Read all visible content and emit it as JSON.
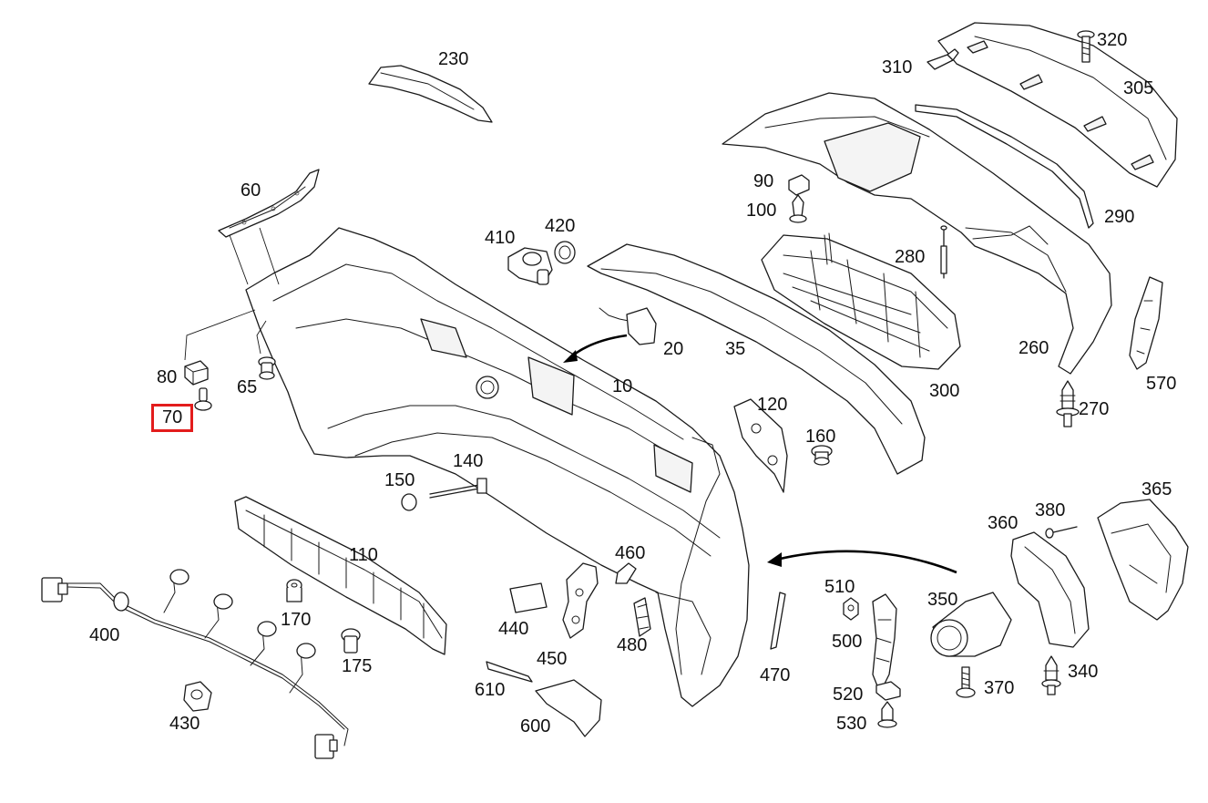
{
  "diagram": {
    "highlight_color": "#e31c1c",
    "highlighted_part": "70",
    "parts": {
      "p10": "10",
      "p20": "20",
      "p35": "35",
      "p60": "60",
      "p65": "65",
      "p70": "70",
      "p80": "80",
      "p90": "90",
      "p100": "100",
      "p110": "110",
      "p120": "120",
      "p140": "140",
      "p150": "150",
      "p160": "160",
      "p170": "170",
      "p175": "175",
      "p230": "230",
      "p260": "260",
      "p270": "270",
      "p280": "280",
      "p290": "290",
      "p300": "300",
      "p305": "305",
      "p310": "310",
      "p320": "320",
      "p340": "340",
      "p350": "350",
      "p360": "360",
      "p365": "365",
      "p370": "370",
      "p380": "380",
      "p400": "400",
      "p410": "410",
      "p420": "420",
      "p430": "430",
      "p440": "440",
      "p450": "450",
      "p460": "460",
      "p470": "470",
      "p480": "480",
      "p500": "500",
      "p510": "510",
      "p520": "520",
      "p530": "530",
      "p570": "570",
      "p600": "600",
      "p610": "610"
    }
  }
}
